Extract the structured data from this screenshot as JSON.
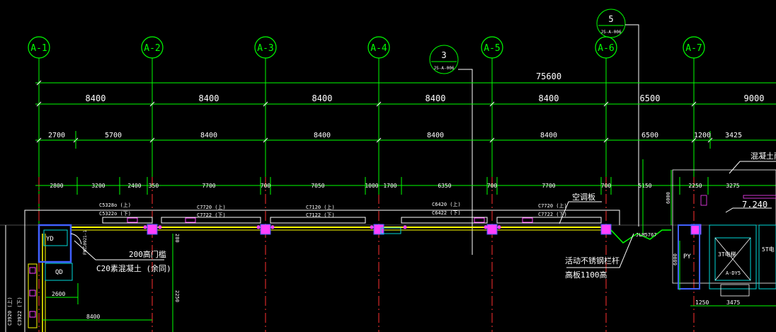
{
  "axes": [
    {
      "id": "a1",
      "label": "A-1"
    },
    {
      "id": "a2",
      "label": "A-2"
    },
    {
      "id": "a3",
      "label": "A-3"
    },
    {
      "id": "a4",
      "label": "A-4"
    },
    {
      "id": "a5",
      "label": "A-5"
    },
    {
      "id": "a6",
      "label": "A-6"
    },
    {
      "id": "a7",
      "label": "A-7"
    }
  ],
  "sections": [
    {
      "id": "s3",
      "number": "3",
      "ref": "JS-A-006"
    },
    {
      "id": "s5",
      "number": "5",
      "ref": "JS-A-006"
    }
  ],
  "dims": {
    "overall": "75600",
    "row1": [
      "8400",
      "8400",
      "8400",
      "8400",
      "8400",
      "6500",
      "9000"
    ],
    "row2": [
      "2700",
      "5700",
      "8400",
      "8400",
      "8400",
      "8400",
      "6500",
      "1200",
      "3425"
    ],
    "row3": [
      "2800",
      "3200",
      "2400",
      "350",
      "7700",
      "700",
      "7050",
      "1000",
      "1700",
      "6350",
      "700",
      "7700",
      "700",
      "5150",
      "2250",
      "3275"
    ],
    "row3_vert": "6000",
    "left_small": "2600",
    "left_bottom": "8400",
    "right_small1": "1250",
    "right_small2": "3475",
    "vert_2250": "2250",
    "vert_6800": "6800"
  },
  "windows": [
    {
      "id": "w1",
      "top": "C5328o (上)",
      "bot": "C5322o (下)"
    },
    {
      "id": "w2",
      "top": "C7720 (上)",
      "bot": "C7722 (下)"
    },
    {
      "id": "w3",
      "top": "C7120 (上)",
      "bot": "C7122 (下)"
    },
    {
      "id": "w4",
      "top": "C6420 (上)",
      "bot": "C6422 (下)"
    },
    {
      "id": "w5",
      "top": "C7720 (上)",
      "bot": "C7722 (下)"
    }
  ],
  "annotations": {
    "ac_board": "空调板",
    "wall_200": "200高门槛",
    "concrete": "C20素混凝土 (余同)",
    "rail1": "活动不锈钢栏杆",
    "rail2": "高板1100高",
    "level": "7.240",
    "concrete_rain": "混凝土雨",
    "fm": "FM乙0921-1",
    "jlm": "JLM5767",
    "yd": "YD",
    "qd": "QD",
    "py": "PY",
    "elev1": "3T电梯",
    "elev2": "5T电",
    "ady": "A-DY5",
    "mark_280": "280",
    "v_left1": "C3920 (上)",
    "v_left2": "C3922 (下)"
  },
  "colors": {
    "background": "#000000",
    "axis_green": "#00ff00",
    "grid_red": "#ff3030",
    "wall_yellow": "#ffff00",
    "white": "#ffffff",
    "column_magenta": "#ff40ff",
    "blue": "#4060ff",
    "cyan": "#00d8d8"
  }
}
